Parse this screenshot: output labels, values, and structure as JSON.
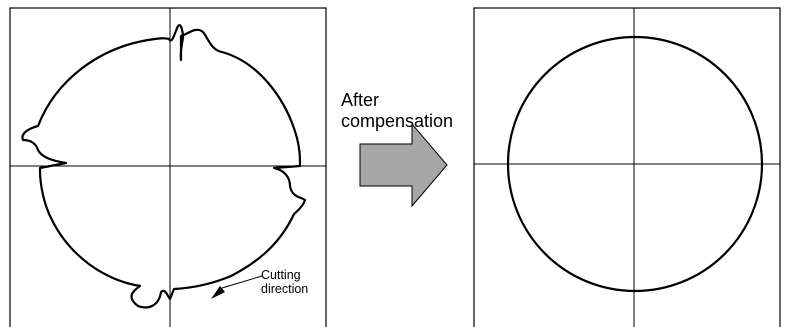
{
  "labels": {
    "after_line1": "After",
    "after_line2": "compensation",
    "cutting_line1": "Cutting",
    "cutting_line2": "direction"
  },
  "colors": {
    "stroke": "#000000",
    "arrow_fill": "#a6a6a6",
    "background": "#ffffff"
  },
  "icons": {
    "process_arrow": "right-arrow-icon",
    "direction_marker": "filled-triangle-icon"
  }
}
